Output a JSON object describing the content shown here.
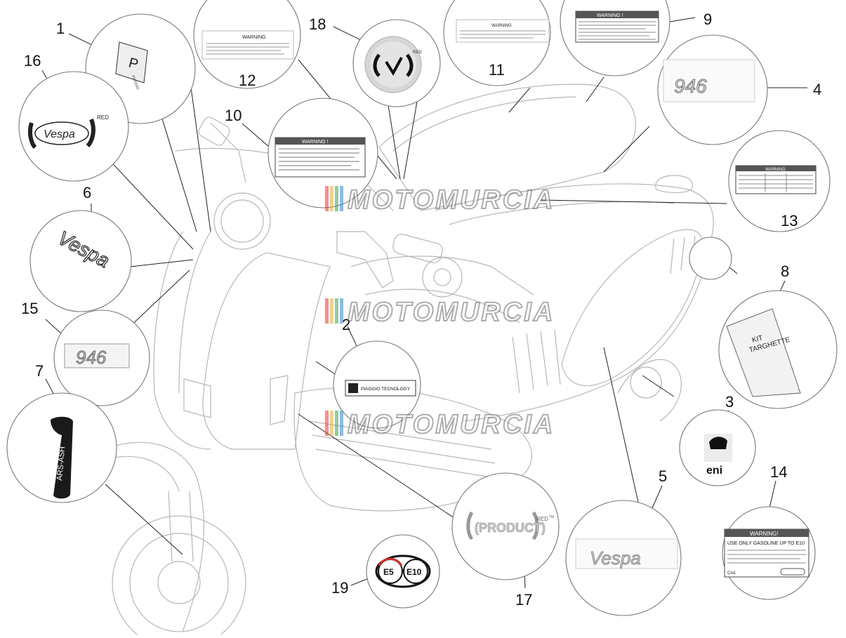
{
  "watermark": {
    "text": "MOTOMURCIA",
    "colors": [
      "#e53935",
      "#f9a825",
      "#43a047",
      "#1e88e5"
    ]
  },
  "callouts": [
    {
      "id": "1",
      "label": "1"
    },
    {
      "id": "2",
      "label": "2"
    },
    {
      "id": "3",
      "label": "3"
    },
    {
      "id": "4",
      "label": "4"
    },
    {
      "id": "5",
      "label": "5"
    },
    {
      "id": "6",
      "label": "6"
    },
    {
      "id": "7",
      "label": "7"
    },
    {
      "id": "8",
      "label": "8"
    },
    {
      "id": "9",
      "label": "9"
    },
    {
      "id": "10",
      "label": "10"
    },
    {
      "id": "11",
      "label": "11"
    },
    {
      "id": "12",
      "label": "12"
    },
    {
      "id": "13",
      "label": "13"
    },
    {
      "id": "14",
      "label": "14"
    },
    {
      "id": "15",
      "label": "15"
    },
    {
      "id": "16",
      "label": "16"
    },
    {
      "id": "17",
      "label": "17"
    },
    {
      "id": "18",
      "label": "18"
    },
    {
      "id": "19",
      "label": "19"
    }
  ],
  "parts": {
    "p10_title": "WARNING !",
    "p9_title": "WARNING !",
    "p11_title": "WARNING",
    "p12_title": "WARNING",
    "p13_title": "WARNING",
    "p14_title": "WARNING!",
    "p14_line1": "USE ONLY GASOLINE UP TO E10",
    "p14_code": "Cod.",
    "p16_brand": "Vespa",
    "p16_suffix": "RED",
    "p6_brand": "Vespa",
    "p4_text": "946",
    "p15_text": "946",
    "p5_brand": "Vespa",
    "p7_text": "ARS-ASH",
    "p8_line1": "KIT",
    "p8_line2": "TARGHETTE",
    "p3_text": "eni",
    "p2_text": "PIAGGIO TECNOLOGY",
    "p17_text": "(PRODUCT)",
    "p17_suffix": "RED",
    "p17_tm": "TM",
    "p18_suffix": "RED",
    "p19_e5": "E5",
    "p19_e10": "E10",
    "p1_text": "PIAGGIO"
  }
}
